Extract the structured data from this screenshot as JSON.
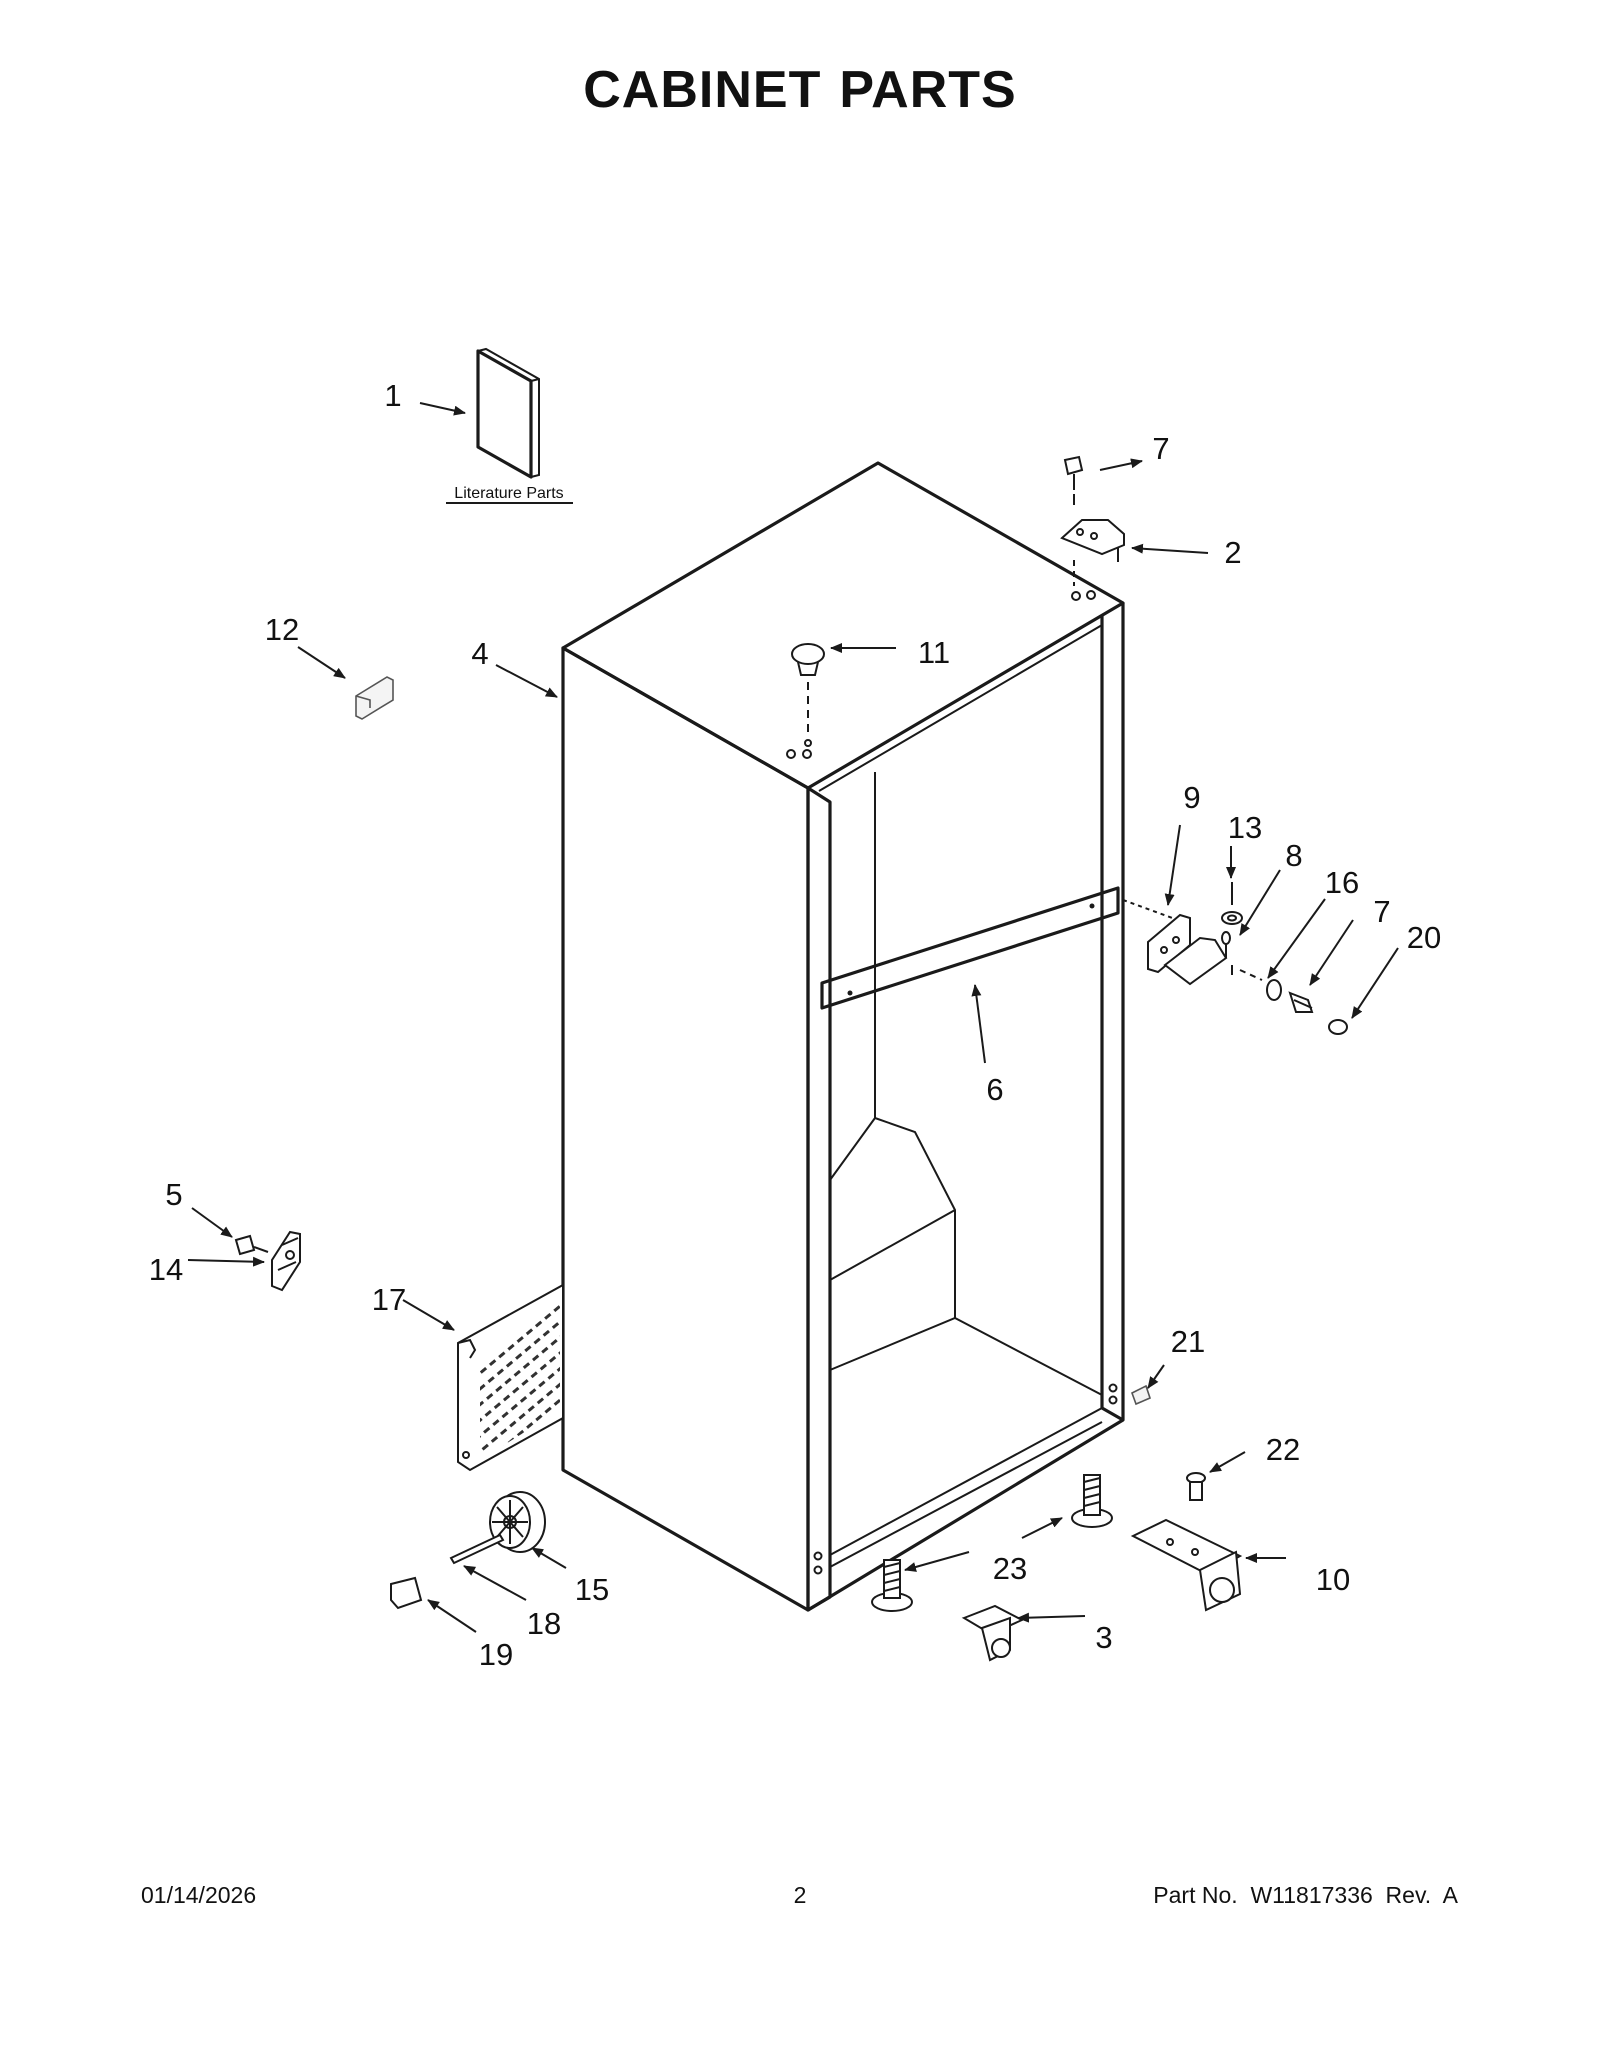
{
  "page": {
    "title_word1": "CABINET",
    "title_word2": "PARTS",
    "literature_label": "Literature Parts"
  },
  "footer": {
    "date": "01/14/2026",
    "page_number": "2",
    "part_number": "Part No.  W11817336  Rev.  A"
  },
  "callouts": {
    "c1": "1",
    "c2": "2",
    "c3": "3",
    "c4": "4",
    "c5": "5",
    "c6": "6",
    "c7a": "7",
    "c7b": "7",
    "c8": "8",
    "c9": "9",
    "c10": "10",
    "c11": "11",
    "c12": "12",
    "c13": "13",
    "c14": "14",
    "c15": "15",
    "c16": "16",
    "c17": "17",
    "c18": "18",
    "c19": "19",
    "c20": "20",
    "c21": "21",
    "c22": "22",
    "c23": "23"
  }
}
